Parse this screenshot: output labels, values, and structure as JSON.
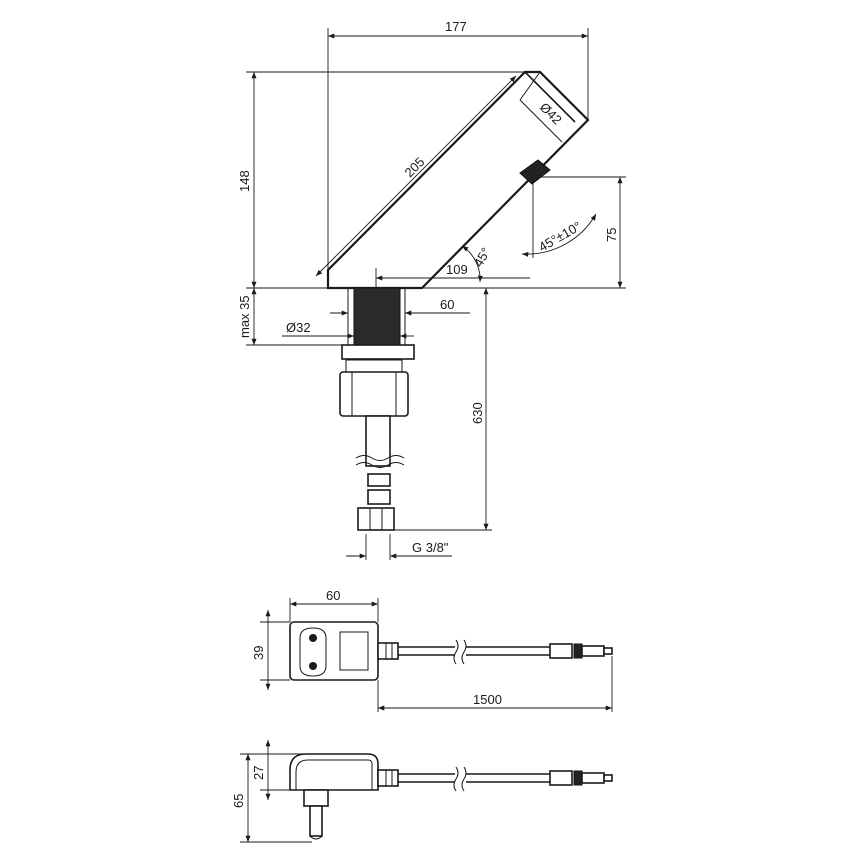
{
  "faucet": {
    "width_label": "177",
    "height_label": "148",
    "spout_length_label": "205",
    "spout_diameter_label": "Ø42",
    "sensor_height_label": "75",
    "sensor_angle_label": "45°±10°",
    "spout_angle_label": "45°",
    "reach_label": "109",
    "thread_length_label": "max 35",
    "body_width_label": "60",
    "thread_diameter_label": "Ø32",
    "hose_length_label": "630",
    "hose_connection_label": "G 3/8\""
  },
  "power_supply_top": {
    "width_label": "60",
    "height_label": "39",
    "cable_length_label": "1500"
  },
  "power_supply_side": {
    "body_height_label": "27",
    "total_height_label": "65"
  }
}
